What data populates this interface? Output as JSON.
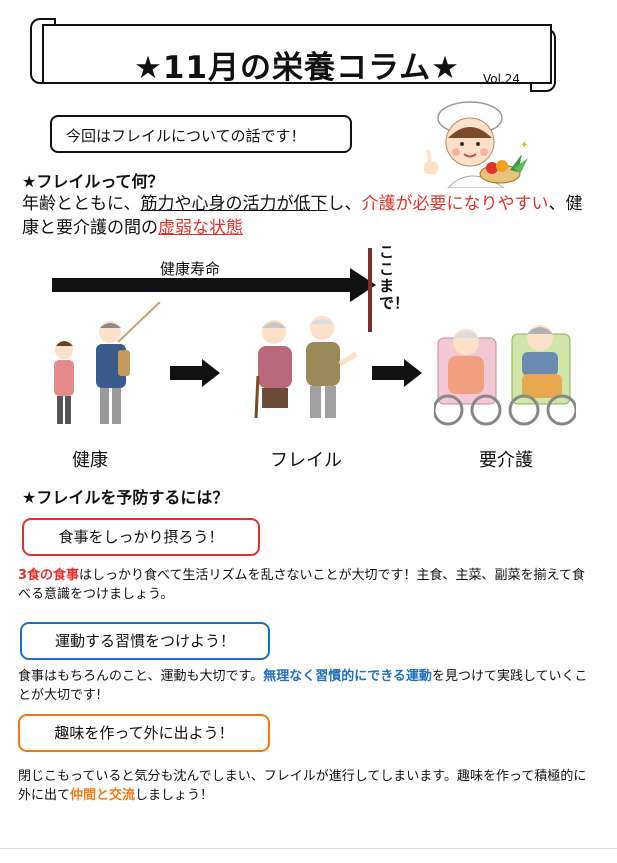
{
  "header": {
    "title": "★11月の栄養コラム★",
    "volume": "Vol.24"
  },
  "intro": "今回はフレイルについての話です！",
  "section1": {
    "heading": "★フレイルって何？",
    "lead": {
      "p1": "年齢とともに、",
      "p2": "筋力や心身の活力が低下",
      "p3": "し、",
      "p4": "介護が必要になりやすい",
      "p5": "、健康と要介護の間の",
      "p6": "虚弱な状態"
    }
  },
  "diagram": {
    "arrow_label": "健康寿命",
    "vertical_label": "ここまで！",
    "stages": [
      "健康",
      "フレイル",
      "要介護"
    ]
  },
  "section2": {
    "heading": "★フレイルを予防するには？",
    "tips": [
      {
        "label": "食事をしっかり摂ろう！",
        "color": "#e0312d",
        "text": {
          "a": "3食の食事",
          "b": "はしっかり食べて生活リズムを乱さないことが大切です！主食、主菜、副菜を揃えて食べる意識をつけましょう。"
        }
      },
      {
        "label": "運動する習慣をつけよう！",
        "color": "#1f6fbf",
        "text": {
          "a": "食事はもちろんのこと、運動も大切です。",
          "b": "無理なく習慣的にできる運動",
          "c": "を見つけて実践していくことが大切です!"
        }
      },
      {
        "label": "趣味を作って外に出よう！",
        "color": "#f07a1a",
        "text": {
          "a": "閉じこもっていると気分も沈んでしまい、フレイルが進行してしまいます。趣味を作って積極的に外に出て",
          "b": "仲間と交流",
          "c": "しましょう！"
        }
      }
    ]
  },
  "illustrations": [
    "chef-woman-icon",
    "healthy-couple-icon",
    "frail-couple-icon",
    "wheelchair-couple-icon"
  ]
}
